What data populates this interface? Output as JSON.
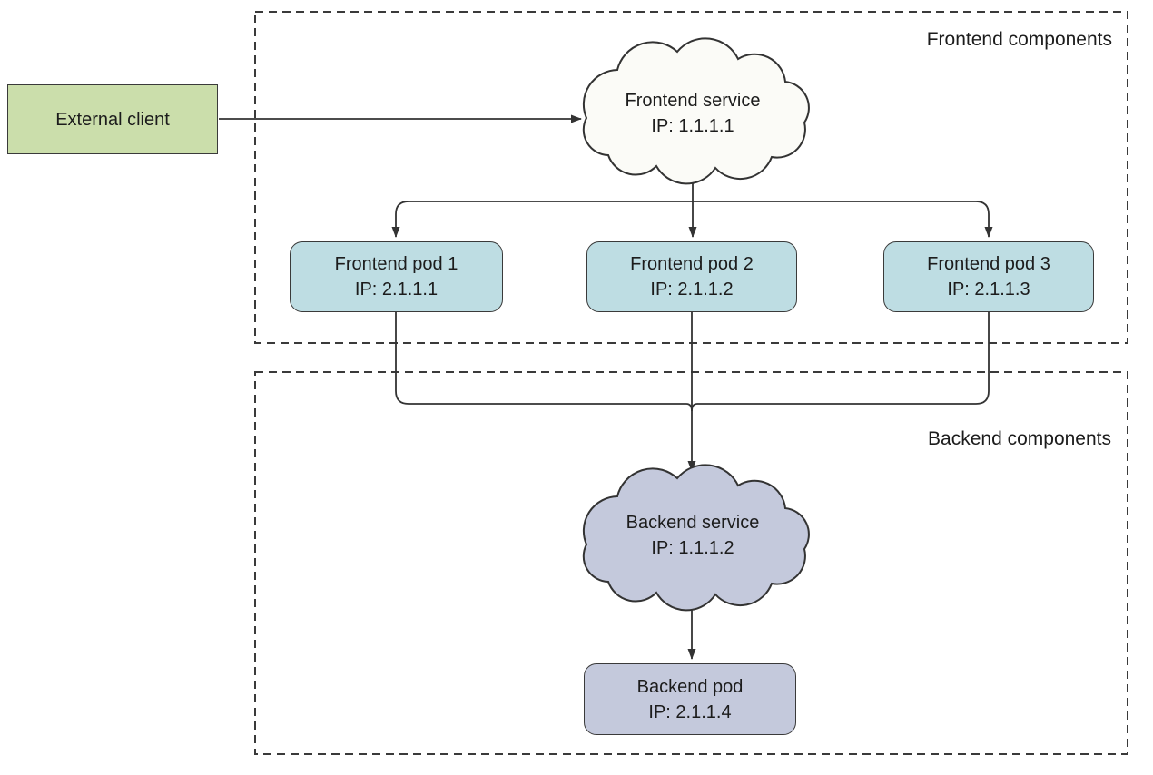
{
  "colors": {
    "external_client_fill": "#cbdeab",
    "frontend_pod_fill": "#bedde3",
    "frontend_service_cloud_fill": "#fbfbf7",
    "backend_service_cloud_fill": "#c4c9dc",
    "backend_pod_fill": "#c4c9dc",
    "line": "#333333",
    "dashed_border": "#3a3a3a",
    "text": "#1c1c1c"
  },
  "external_client": {
    "label": "External client"
  },
  "frontend_group": {
    "label": "Frontend components",
    "service": {
      "name": "Frontend service",
      "ip": "IP: 1.1.1.1"
    },
    "pods": [
      {
        "name": "Frontend pod 1",
        "ip": "IP: 2.1.1.1"
      },
      {
        "name": "Frontend pod 2",
        "ip": "IP: 2.1.1.2"
      },
      {
        "name": "Frontend pod 3",
        "ip": "IP: 2.1.1.3"
      }
    ]
  },
  "backend_group": {
    "label": "Backend components",
    "service": {
      "name": "Backend service",
      "ip": "IP: 1.1.1.2"
    },
    "pod": {
      "name": "Backend pod",
      "ip": "IP: 2.1.1.4"
    }
  }
}
